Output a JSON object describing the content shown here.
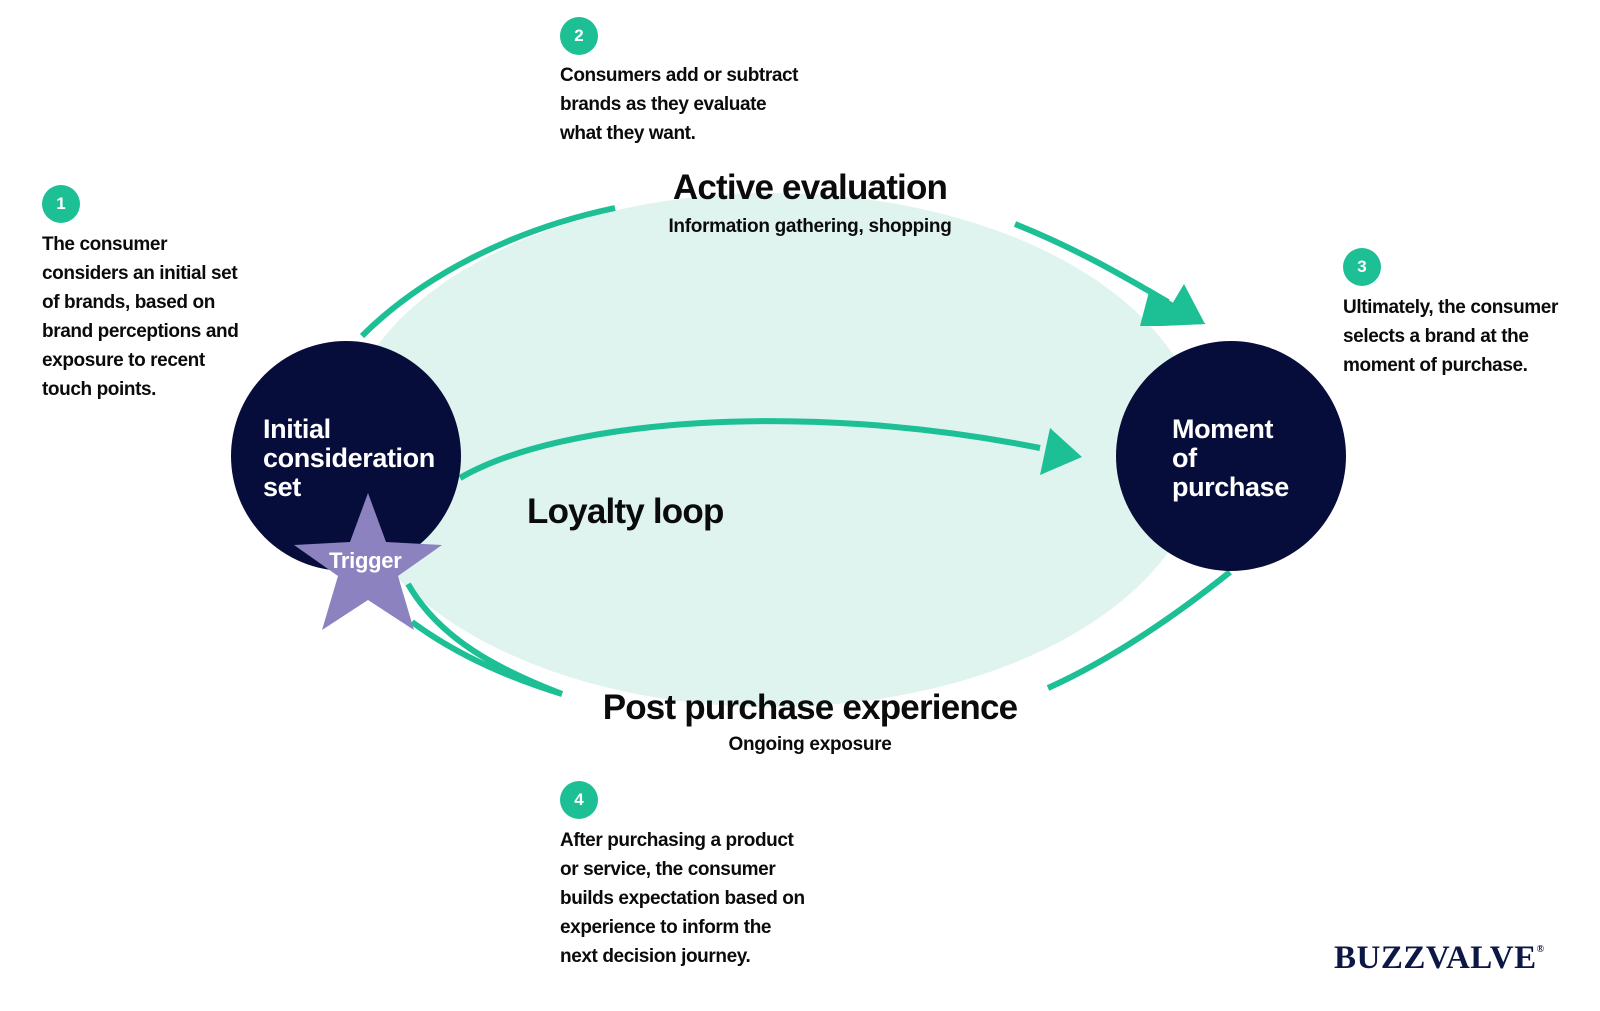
{
  "colors": {
    "teal": "#1dbf94",
    "ellipse_fill": "#dff3ef",
    "navy": "#070d3a",
    "star": "#8b82bf",
    "logo": "#0c1745"
  },
  "steps": [
    {
      "number": "1",
      "text": "The consumer\nconsiders an initial set\nof brands, based on\nbrand perceptions and\nexposure to recent\ntouch points."
    },
    {
      "number": "2",
      "text": "Consumers add or subtract\nbrands as they evaluate\nwhat they want."
    },
    {
      "number": "3",
      "text": "Ultimately, the consumer\nselects a brand at the\nmoment of purchase."
    },
    {
      "number": "4",
      "text": "After purchasing a product\nor service, the consumer\nbuilds expectation based on\nexperience to inform the\nnext decision journey."
    }
  ],
  "stages": {
    "active_evaluation": {
      "title": "Active evaluation",
      "subtitle": "Information gathering, shopping"
    },
    "loyalty_loop": {
      "title": "Loyalty loop"
    },
    "post_purchase": {
      "title": "Post purchase experience",
      "subtitle": "Ongoing exposure"
    }
  },
  "nodes": {
    "initial": "Initial\nconsideration\nset",
    "purchase": "Moment\nof\npurchase",
    "trigger": "Trigger"
  },
  "logo": {
    "name": "BUZZVALVE",
    "mark": "®"
  }
}
